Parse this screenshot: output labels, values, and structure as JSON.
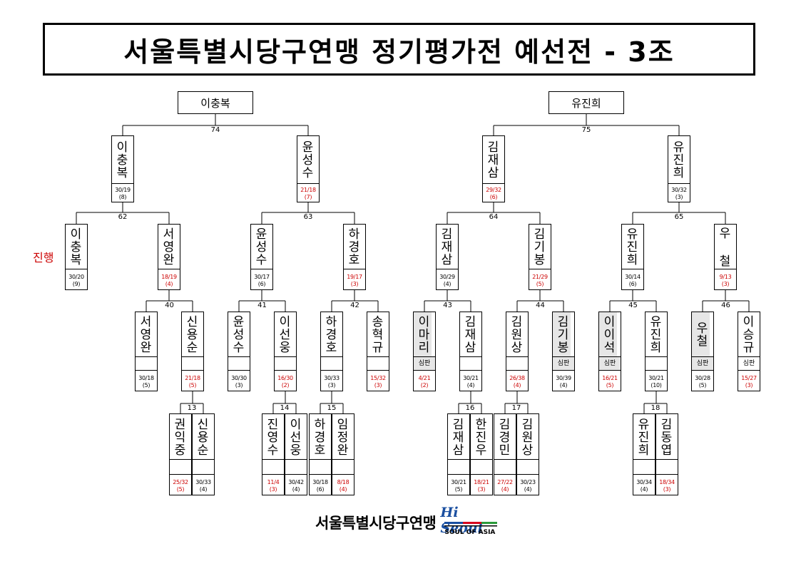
{
  "title": "서울특별시당구연맹 정기평가전 예선전 - 3조",
  "progress_label": "진행",
  "footer": {
    "org": "서울특별시당구연맹",
    "logo_main": "Hi Seoul",
    "logo_sub": "SOUL OF ASIA"
  },
  "colors": {
    "loss": "#cc0000",
    "referee_fill": "#e6e6e6",
    "logo_blue": "#1a4fa0",
    "logo_red": "#d6001c",
    "logo_green": "#2a9a3a"
  },
  "final_winners": [
    {
      "id": "w1",
      "name": "이충복"
    },
    {
      "id": "w2",
      "name": "유진희"
    }
  ],
  "matches": [
    {
      "id": "m74",
      "number": "74"
    },
    {
      "id": "m75",
      "number": "75"
    },
    {
      "id": "m62",
      "number": "62"
    },
    {
      "id": "m63",
      "number": "63"
    },
    {
      "id": "m64",
      "number": "64"
    },
    {
      "id": "m65",
      "number": "65"
    },
    {
      "id": "m40",
      "number": "40"
    },
    {
      "id": "m41",
      "number": "41"
    },
    {
      "id": "m42",
      "number": "42"
    },
    {
      "id": "m43",
      "number": "43"
    },
    {
      "id": "m44",
      "number": "44"
    },
    {
      "id": "m45",
      "number": "45"
    },
    {
      "id": "m46",
      "number": "46"
    },
    {
      "id": "m13",
      "number": "13"
    },
    {
      "id": "m14",
      "number": "14"
    },
    {
      "id": "m15",
      "number": "15"
    },
    {
      "id": "m16",
      "number": "16"
    },
    {
      "id": "m17",
      "number": "17"
    },
    {
      "id": "m18",
      "number": "18"
    }
  ],
  "players": [
    {
      "id": "r3a",
      "name": "이충복",
      "score": "30/19",
      "innings": "(8)"
    },
    {
      "id": "r3b",
      "name": "윤성수",
      "score": "21/18",
      "innings": "(7)",
      "loss": true
    },
    {
      "id": "r3c",
      "name": "김재삼",
      "score": "29/32",
      "innings": "(6)",
      "loss": true
    },
    {
      "id": "r3d",
      "name": "유진희",
      "score": "30/32",
      "innings": "(3)"
    },
    {
      "id": "r2a",
      "name": "이충복",
      "score": "30/20",
      "innings": "(9)"
    },
    {
      "id": "r2b",
      "name": "서영완",
      "score": "18/19",
      "innings": "(4)",
      "loss": true
    },
    {
      "id": "r2c",
      "name": "윤성수",
      "score": "30/17",
      "innings": "(6)"
    },
    {
      "id": "r2d",
      "name": "하경호",
      "score": "19/17",
      "innings": "(3)",
      "loss": true
    },
    {
      "id": "r2e",
      "name": "김재삼",
      "score": "30/29",
      "innings": "(4)"
    },
    {
      "id": "r2f",
      "name": "김기봉",
      "score": "21/29",
      "innings": "(5)",
      "loss": true
    },
    {
      "id": "r2g",
      "name": "유진희",
      "score": "30/14",
      "innings": "(6)"
    },
    {
      "id": "r2h",
      "name": "우 철",
      "score": "9/13",
      "innings": "(3)",
      "loss": true
    },
    {
      "id": "r1a",
      "name": "서영완",
      "score": "30/18",
      "innings": "(5)"
    },
    {
      "id": "r1b",
      "name": "신용순",
      "score": "21/18",
      "innings": "(5)",
      "loss": true
    },
    {
      "id": "r1c",
      "name": "윤성수",
      "score": "30/30",
      "innings": "(3)"
    },
    {
      "id": "r1d",
      "name": "이선웅",
      "score": "16/30",
      "innings": "(2)",
      "loss": true
    },
    {
      "id": "r1e",
      "name": "하경호",
      "score": "30/33",
      "innings": "(3)"
    },
    {
      "id": "r1f",
      "name": "송혁규",
      "score": "15/32",
      "innings": "(3)",
      "loss": true
    },
    {
      "id": "r1g",
      "name": "이마리",
      "score": "4/21",
      "innings": "(2)",
      "loss": true,
      "mark": "심판",
      "gray": true
    },
    {
      "id": "r1h",
      "name": "김재삼",
      "score": "30/21",
      "innings": "(4)"
    },
    {
      "id": "r1i",
      "name": "김원상",
      "score": "26/38",
      "innings": "(4)",
      "loss": true
    },
    {
      "id": "r1j",
      "name": "김기봉",
      "score": "30/39",
      "innings": "(4)",
      "mark": "심판",
      "gray": true
    },
    {
      "id": "r1k",
      "name": "이이석",
      "score": "16/21",
      "innings": "(5)",
      "loss": true,
      "mark": "심판",
      "gray": true
    },
    {
      "id": "r1l",
      "name": "유진희",
      "score": "30/21",
      "innings": "(10)"
    },
    {
      "id": "r1m",
      "name": "우철",
      "score": "30/28",
      "innings": "(5)",
      "mark": "심판",
      "gray": true
    },
    {
      "id": "r1n",
      "name": "이승규",
      "score": "15/27",
      "innings": "(3)",
      "loss": true,
      "mark": "심판"
    },
    {
      "id": "r0a",
      "name": "권익중",
      "score": "25/32",
      "innings": "(5)",
      "loss": true
    },
    {
      "id": "r0b",
      "name": "신용순",
      "score": "30/33",
      "innings": "(4)"
    },
    {
      "id": "r0c",
      "name": "진영수",
      "score": "11/4",
      "innings": "(3)",
      "loss": true
    },
    {
      "id": "r0d",
      "name": "이선웅",
      "score": "30/42",
      "innings": "(4)"
    },
    {
      "id": "r0e",
      "name": "하경호",
      "score": "30/18",
      "innings": "(6)"
    },
    {
      "id": "r0f",
      "name": "임정완",
      "score": "8/18",
      "innings": "(4)",
      "loss": true
    },
    {
      "id": "r0g",
      "name": "김재삼",
      "score": "30/21",
      "innings": "(5)"
    },
    {
      "id": "r0h",
      "name": "한진우",
      "score": "18/21",
      "innings": "(3)",
      "loss": true
    },
    {
      "id": "r0i",
      "name": "김경민",
      "score": "27/22",
      "innings": "(4)",
      "loss": true
    },
    {
      "id": "r0j",
      "name": "김원상",
      "score": "30/23",
      "innings": "(4)"
    },
    {
      "id": "r0k",
      "name": "유진희",
      "score": "30/34",
      "innings": "(4)"
    },
    {
      "id": "r0l",
      "name": "김동엽",
      "score": "18/34",
      "innings": "(3)",
      "loss": true
    }
  ]
}
